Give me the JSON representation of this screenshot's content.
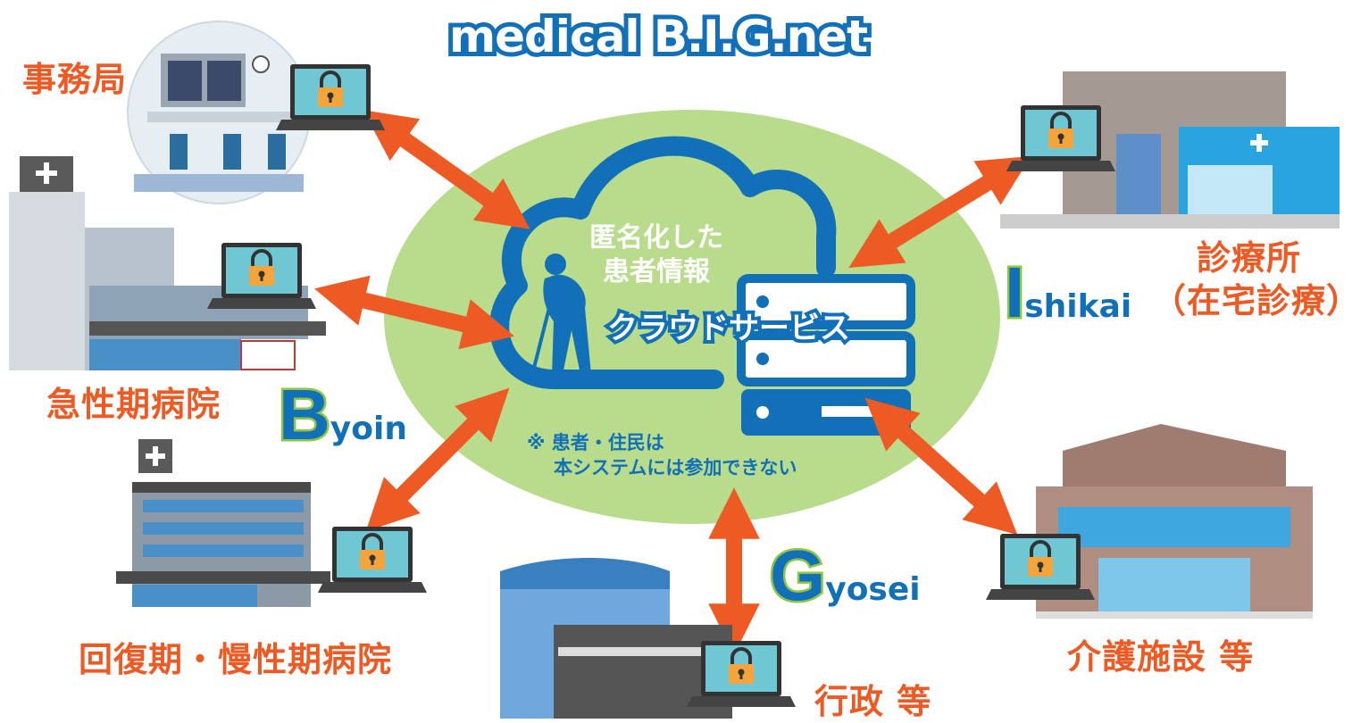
{
  "title": "medical B.I.G.net",
  "cloud": {
    "line1": "匿名化した",
    "line2": "患者情報",
    "service": "クラウドサービス",
    "note_line1": "※ 患者・住民は",
    "note_line2": "本システムには参加できない"
  },
  "nodes": {
    "office": "事務局",
    "acute": "急性期病院",
    "chronic": "回復期・慢性期病院",
    "gov": "行政 等",
    "clinic_line1": "診療所",
    "clinic_line2": "（在宅診療）",
    "care": "介護施設 等"
  },
  "letters": {
    "b_cap": "B",
    "b_rest": "yoin",
    "i_cap": "I",
    "i_rest": "shikai",
    "g_cap": "G",
    "g_rest": "yosei"
  },
  "colors": {
    "orange": "#ee5a24",
    "blue": "#1170b8",
    "green_ellipse": "#b9dc8c",
    "green_outline": "#8dc63f"
  },
  "icons": [
    "laptop-lock-icon",
    "cloud-icon",
    "server-icon",
    "elderly-person-icon",
    "double-arrow-icon"
  ]
}
